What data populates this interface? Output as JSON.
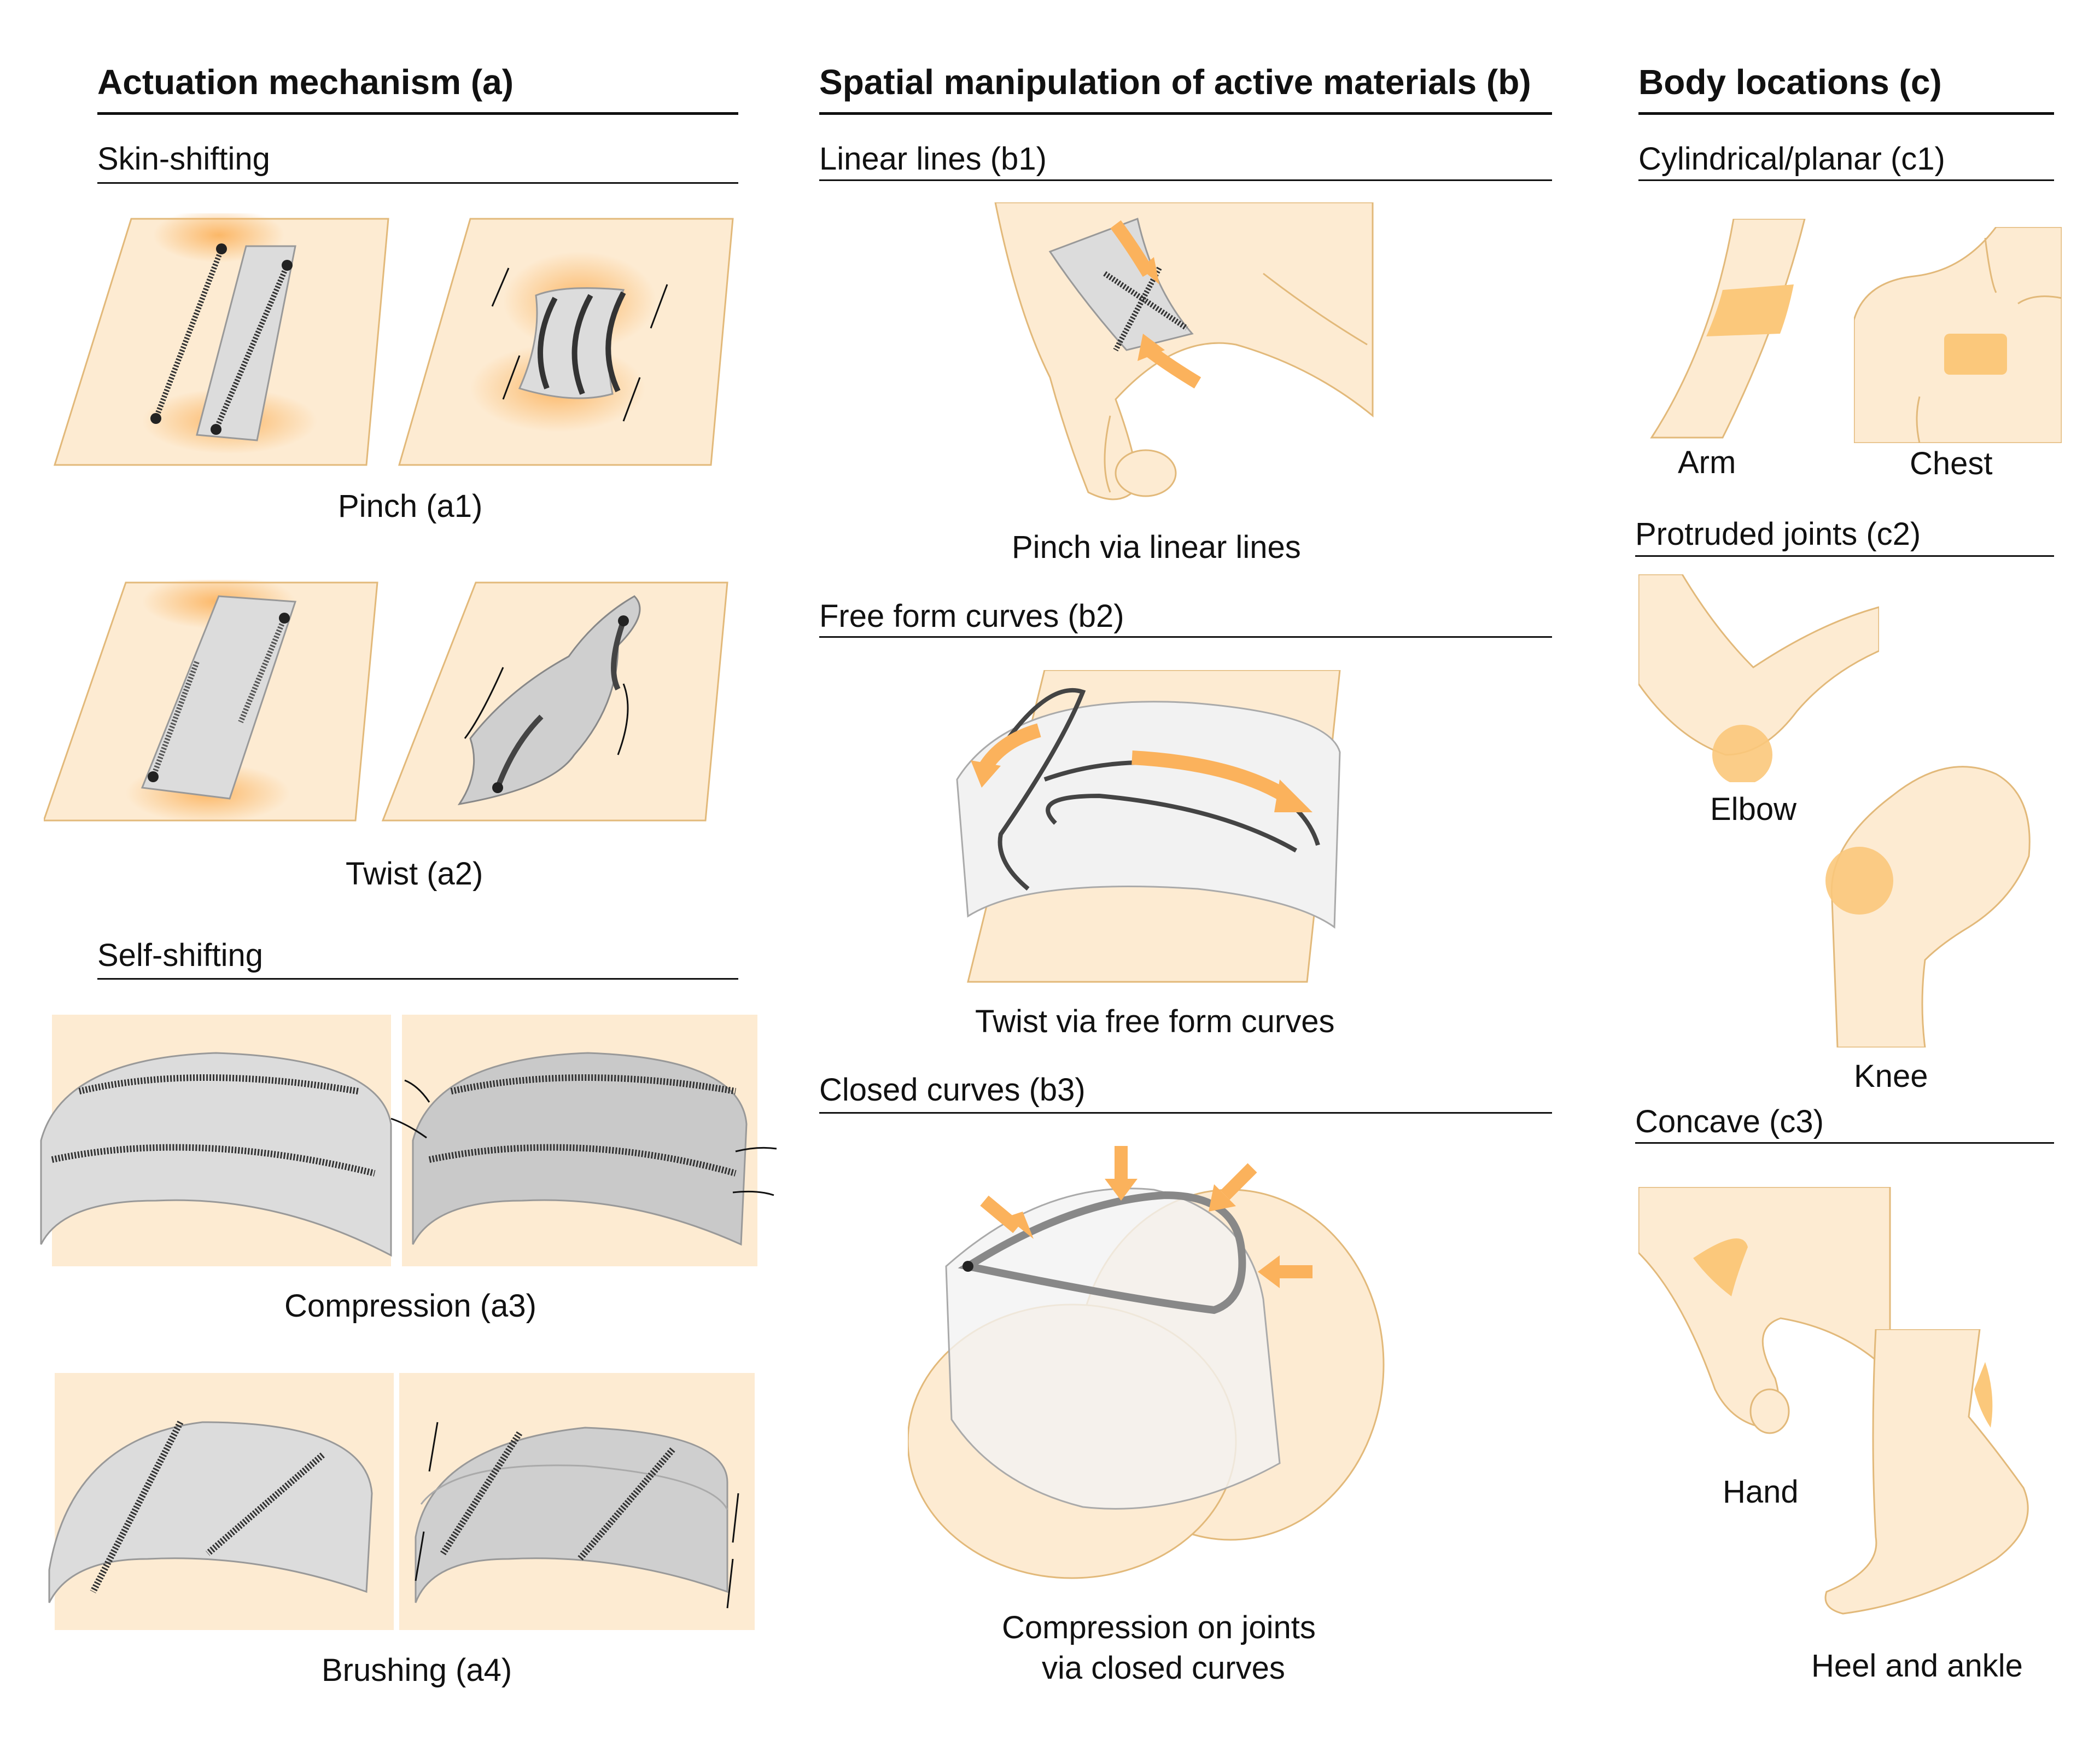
{
  "columns": {
    "a": {
      "title": "Actuation mechanism (a)",
      "sections": [
        {
          "heading": "Skin-shifting"
        },
        {
          "heading": "Self-shifting"
        }
      ],
      "captions": {
        "a1": "Pinch (a1)",
        "a2": "Twist (a2)",
        "a3": "Compression (a3)",
        "a4": "Brushing (a4)"
      }
    },
    "b": {
      "title": "Spatial manipulation of active materials (b)",
      "sections": [
        {
          "heading": "Linear lines (b1)",
          "caption": "Pinch via linear lines"
        },
        {
          "heading": "Free form curves (b2)",
          "caption": "Twist via free form curves"
        },
        {
          "heading": "Closed curves (b3)",
          "caption_line1": "Compression on joints",
          "caption_line2": "via closed curves"
        }
      ]
    },
    "c": {
      "title": "Body locations (c)",
      "sections": [
        {
          "heading": "Cylindrical/planar (c1)",
          "labels": [
            "Arm",
            "Chest"
          ]
        },
        {
          "heading": "Protruded joints (c2)",
          "labels": [
            "Elbow",
            "Knee"
          ]
        },
        {
          "heading": "Concave (c3)",
          "labels": [
            "Hand",
            "Heel and ankle"
          ]
        }
      ]
    }
  },
  "colors": {
    "skin": "#fdebd2",
    "skin_outline": "#e2b97a",
    "accent_orange": "#fbb25c",
    "material_grey": "#dcdcdc",
    "spring_dark": "#333333"
  }
}
